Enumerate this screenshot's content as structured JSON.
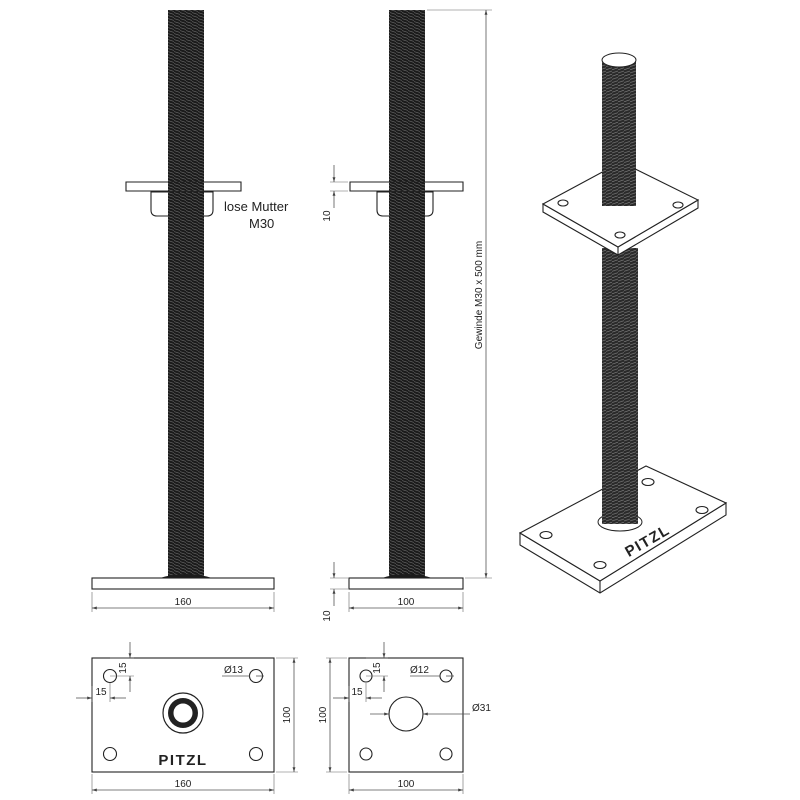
{
  "front_left": {
    "label_line1": "lose Mutter",
    "label_line2": "M30",
    "width_dim": "160"
  },
  "front_right": {
    "nut_height_dim": "10",
    "plate_thickness_dim": "10",
    "width_dim": "100",
    "thread_dim": "Gewinde M30 x 500 mm"
  },
  "iso_view": {
    "brand": "PITZL"
  },
  "bottom_left": {
    "offset_y_dim": "15",
    "offset_x_dim": "15",
    "hole_dim": "Ø13",
    "height_dim": "100",
    "width_dim": "160",
    "brand": "PITZL"
  },
  "bottom_right": {
    "offset_y_dim": "15",
    "offset_x_dim": "15",
    "hole_dim": "Ø12",
    "center_hole_dim": "Ø31",
    "height_dim": "100",
    "width_dim": "100"
  }
}
